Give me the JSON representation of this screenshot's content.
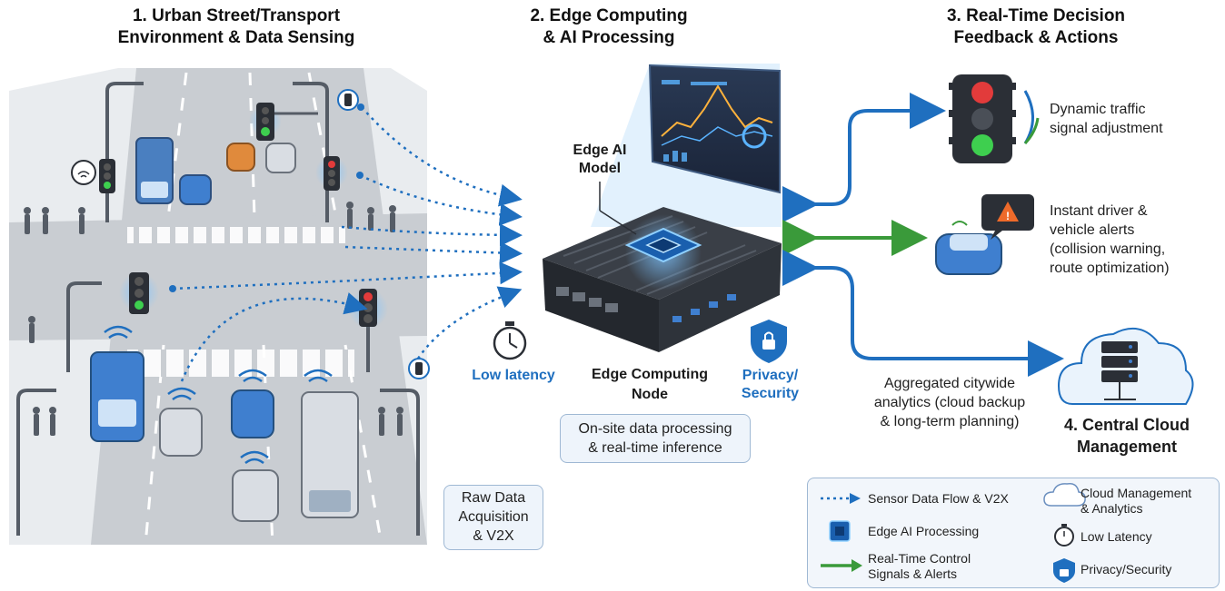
{
  "section1": {
    "title_line1": "1. Urban Street/Transport",
    "title_line2": "Environment & Data Sensing"
  },
  "section2": {
    "title_line1": "2. Edge Computing",
    "title_line2": "& AI Processing"
  },
  "section3": {
    "title_line1": "3. Real-Time Decision",
    "title_line2": "Feedback & Actions"
  },
  "raw_data": {
    "line1": "Raw Data",
    "line2": "Acquisition",
    "line3": "& V2X"
  },
  "edge": {
    "model_line1": "Edge AI",
    "model_line2": "Model",
    "node_line1": "Edge Computing",
    "node_line2": "Node",
    "latency_label": "Low latency",
    "privacy_line1": "Privacy/",
    "privacy_line2": "Security",
    "callout_line1": "On-site data processing",
    "callout_line2": "& real-time inference"
  },
  "actions": {
    "signal_line1": "Dynamic traffic",
    "signal_line2": "signal adjustment",
    "alert_line1": "Instant driver &",
    "alert_line2": "vehicle alerts",
    "alert_line3": "(collision warning,",
    "alert_line4": "route optimization)",
    "cloud_line1": "Aggregated citywide",
    "cloud_line2": "analytics (cloud backup",
    "cloud_line3": "& long-term planning)"
  },
  "section4": {
    "title_line1": "4. Central Cloud",
    "title_line2": "Management"
  },
  "legend": {
    "sensor_flow": "Sensor Data Flow & V2X",
    "edge_ai": "Edge AI Processing",
    "control_line1": "Real-Time Control",
    "control_line2": "Signals & Alerts",
    "cloud_line1": "Cloud Management",
    "cloud_line2": "& Analytics",
    "low_latency": "Low Latency",
    "privacy": "Privacy/Security"
  },
  "colors": {
    "blue": "#1f6fbf",
    "green": "#3a9a3a",
    "dark": "#2b2f36",
    "light_blue": "#eef4fb"
  }
}
